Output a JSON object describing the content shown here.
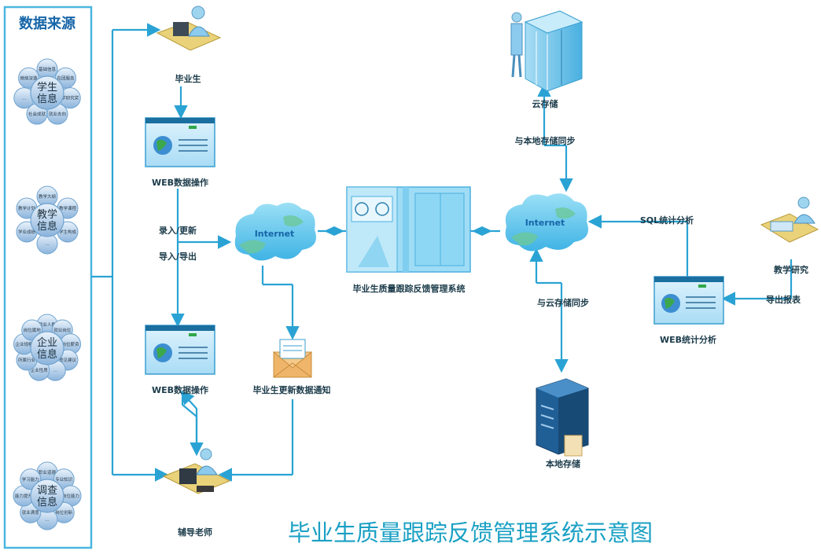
{
  "source_panel": {
    "title": "数据来源",
    "clusters": [
      {
        "center": "学生信息",
        "items": [
          "基础信息",
          "在团服务信息",
          "学研究奖励",
          "就业去向",
          "社会成就",
          "…",
          "继续深造信息"
        ]
      },
      {
        "center": "教学信息",
        "items": [
          "教学大纲",
          "教学课程",
          "学生构成",
          "…",
          "学业成绩",
          "教学计划"
        ]
      },
      {
        "center": "企业信息",
        "items": [
          "就业人数",
          "就业岗位",
          "岗位薪资",
          "意见建议",
          "…",
          "企业性质",
          "所属行业",
          "企业规模",
          "岗位属地"
        ]
      },
      {
        "center": "调查信息",
        "items": [
          "职业道德评价",
          "专业知识评价",
          "岗位能力评价",
          "岗位创新评价",
          "…",
          "就业满意度",
          "能力提升",
          "学习能力评价"
        ]
      }
    ]
  },
  "labels": {
    "graduate": "毕业生",
    "web_op_top": "WEB数据操作",
    "entry_update": "录入/更新",
    "import_export": "导入/导出",
    "web_op_bottom": "WEB数据操作",
    "internet_left": "Internet",
    "notification": "毕业生更新数据通知",
    "tutor": "辅导老师",
    "system": "毕业生质量跟踪反馈管理系统",
    "cloud_storage": "云存储",
    "sync_local": "与本地存储同步",
    "internet_right": "Internet",
    "sync_cloud": "与云存储同步",
    "local_storage": "本地存储",
    "sql_analysis": "SQL统计分析",
    "teaching_research": "教学研究",
    "export_report": "导出报表",
    "web_stats": "WEB统计分析"
  },
  "title": "毕业生质量跟踪反馈管理系统示意图",
  "colors": {
    "line": "#2aa3d4",
    "accent": "#1aa0c4",
    "panel_border": "#4bb6e0",
    "bubble": "#6fa3cf"
  }
}
